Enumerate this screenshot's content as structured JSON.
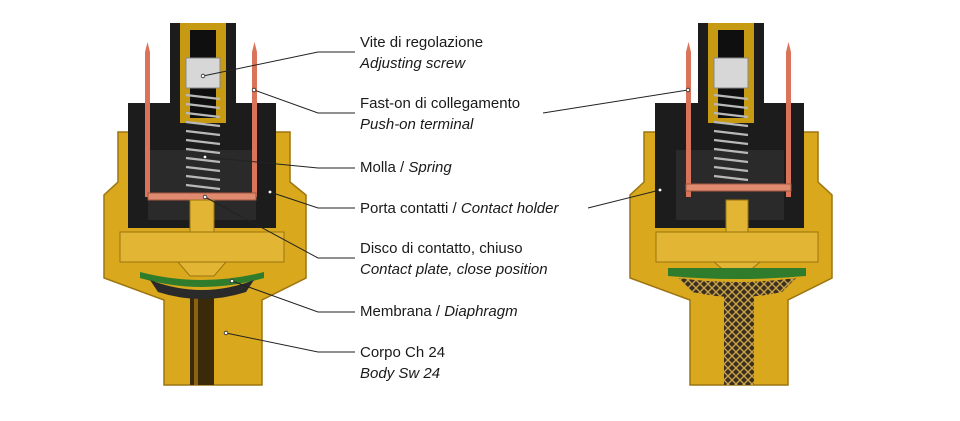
{
  "labels": [
    {
      "it": "Vite di regolazione",
      "en": "Adjusting screw"
    },
    {
      "it": "Fast-on di collegamento",
      "en": "Push-on terminal"
    },
    {
      "it": "Molla",
      "sep": " / ",
      "en": "Spring"
    },
    {
      "it": "Porta contatti",
      "sep": " / ",
      "en": "Contact holder"
    },
    {
      "it": "Disco di contatto, chiuso",
      "en": "Contact plate, close position"
    },
    {
      "it": "Membrana",
      "sep": " / ",
      "en": "Diaphragm"
    },
    {
      "it": "Corpo Ch 24",
      "en": "Body Sw 24"
    }
  ],
  "colors": {
    "brass": "#d9a81c",
    "brass_dark": "#9c7510",
    "black_part": "#1c1c1c",
    "copper": "#d9745a",
    "diaphragm": "#2f7d2c",
    "leader": "#222222"
  }
}
